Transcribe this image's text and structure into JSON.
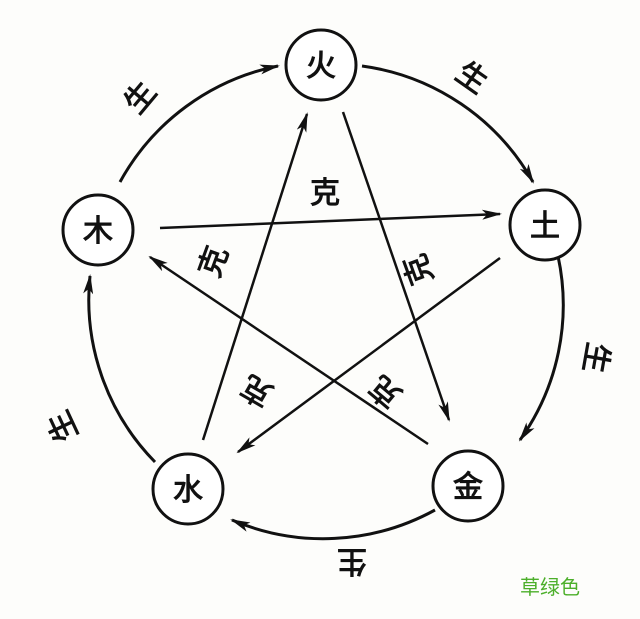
{
  "nodes": {
    "fire": "火",
    "earth": "土",
    "metal": "金",
    "water": "水",
    "wood": "木"
  },
  "labels": {
    "generate": "生",
    "overcome": "克"
  },
  "watermark": "草绿色"
}
